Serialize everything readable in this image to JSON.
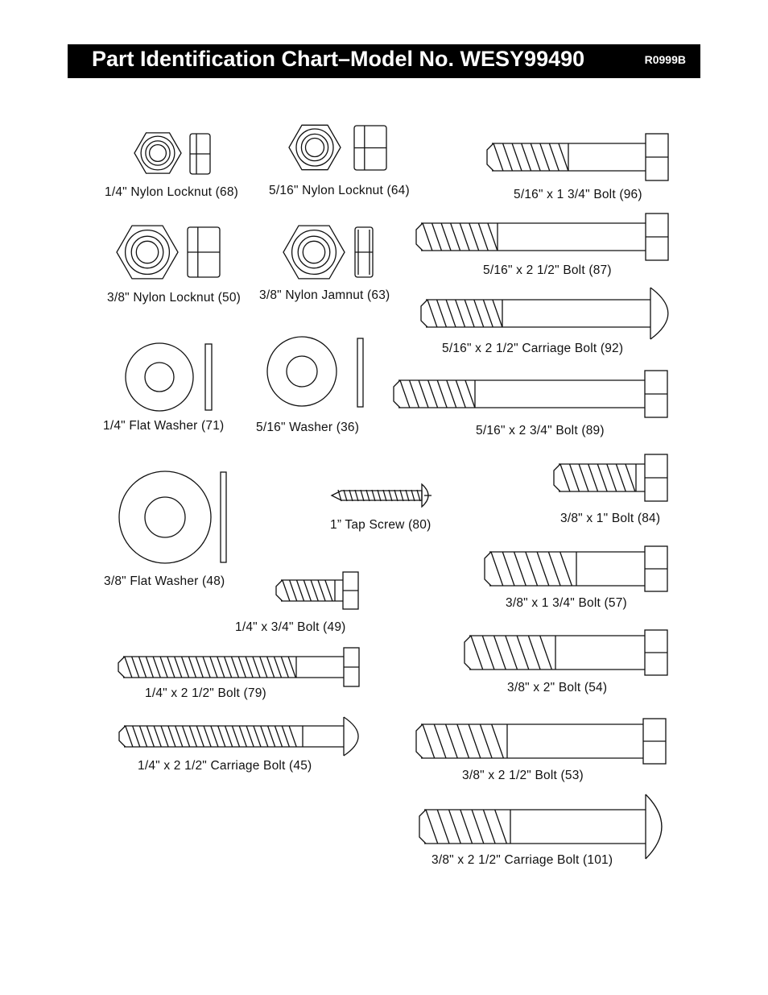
{
  "header": {
    "title": "Part Identification Chart–Model No. WESY99490",
    "code": "R0999B"
  },
  "parts": [
    {
      "label": "1/4\" Nylon Locknut (68)",
      "icon": "locknut-icon"
    },
    {
      "label": "5/16\" Nylon Locknut (64)",
      "icon": "locknut-icon"
    },
    {
      "label": "5/16\" x 1 3/4\" Bolt (96)",
      "icon": "bolt-icon"
    },
    {
      "label": "3/8\" Nylon Locknut (50)",
      "icon": "locknut-icon"
    },
    {
      "label": "3/8\" Nylon Jamnut (63)",
      "icon": "jamnut-icon"
    },
    {
      "label": "5/16\" x 2 1/2\" Bolt (87)",
      "icon": "bolt-icon"
    },
    {
      "label": "5/16\" x 2 1/2\" Carriage Bolt (92)",
      "icon": "carriage-bolt-icon"
    },
    {
      "label": "1/4\" Flat Washer (71)",
      "icon": "washer-icon"
    },
    {
      "label": "5/16\" Washer (36)",
      "icon": "washer-icon"
    },
    {
      "label": "5/16\" x 2 3/4\" Bolt (89)",
      "icon": "bolt-icon"
    },
    {
      "label": "1” Tap Screw (80)",
      "icon": "tap-screw-icon"
    },
    {
      "label": "3/8\" x 1\" Bolt (84)",
      "icon": "bolt-icon"
    },
    {
      "label": "3/8\" Flat Washer (48)",
      "icon": "washer-icon"
    },
    {
      "label": "3/8\" x 1 3/4\" Bolt (57)",
      "icon": "bolt-icon"
    },
    {
      "label": "1/4\" x 3/4\" Bolt (49)",
      "icon": "bolt-icon"
    },
    {
      "label": "1/4\" x 2 1/2\" Bolt (79)",
      "icon": "bolt-icon"
    },
    {
      "label": "3/8\" x 2\" Bolt (54)",
      "icon": "bolt-icon"
    },
    {
      "label": "1/4\" x 2 1/2\" Carriage Bolt (45)",
      "icon": "carriage-bolt-icon"
    },
    {
      "label": "3/8\" x 2 1/2\" Bolt (53)",
      "icon": "bolt-icon"
    },
    {
      "label": "3/8\" x 2 1/2\" Carriage Bolt (101)",
      "icon": "carriage-bolt-icon"
    }
  ]
}
